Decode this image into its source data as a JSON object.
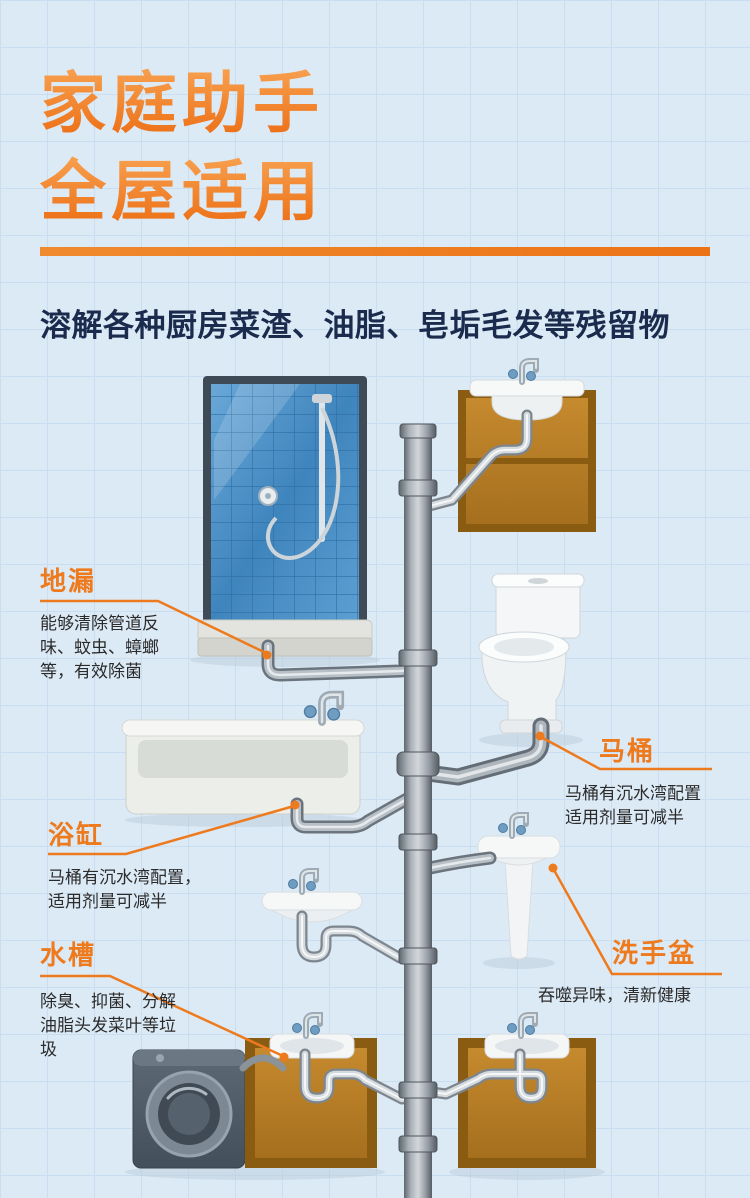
{
  "colors": {
    "background": "#dceaf6",
    "grid_line": "#c9def0",
    "accent_orange": "#ee7a1e",
    "heading_navy": "#1b2b4d",
    "pipe_gray": "#8a929a"
  },
  "header": {
    "title_line1": "家庭助手",
    "title_line2": "全屋适用",
    "subtitle": "溶解各种厨房菜渣、油脂、皂垢毛发等残留物"
  },
  "callouts": {
    "floor_drain": {
      "label": "地漏",
      "desc": "能够清除管道反味、蚊虫、蟑螂等，有效除菌"
    },
    "bathtub": {
      "label": "浴缸",
      "desc": "马桶有沉水湾配置，适用剂量可减半"
    },
    "sink": {
      "label": "水槽",
      "desc": "除臭、抑菌、分解油脂头发菜叶等垃圾"
    },
    "toilet": {
      "label": "马桶",
      "desc": "马桶有沉水湾配置 适用剂量可减半"
    },
    "hand_basin": {
      "label": "洗手盆",
      "desc": "吞噬异味，清新健康"
    }
  }
}
